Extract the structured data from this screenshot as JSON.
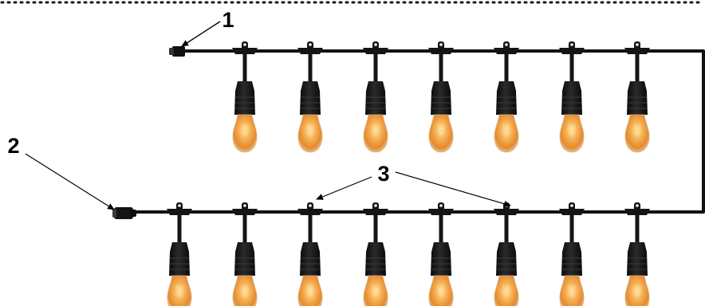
{
  "callouts": {
    "one": "1",
    "two": "2",
    "three": "3"
  },
  "strings": {
    "top_row_bulbs": 7,
    "bottom_row_bulbs": 8
  },
  "colors": {
    "cable": "#111111",
    "socket": "#151515",
    "glass": "#f3e7d2",
    "glow": "#f29a2e",
    "filament": "#ffd27a",
    "border_dots": "#1a1a1a",
    "leader": "#000000"
  },
  "icons": {
    "bulb": "hanging-edison-bulb-icon",
    "plug_male": "male-plug-icon",
    "plug_female": "female-plug-icon",
    "hanging_loop": "hanging-tee-icon"
  }
}
